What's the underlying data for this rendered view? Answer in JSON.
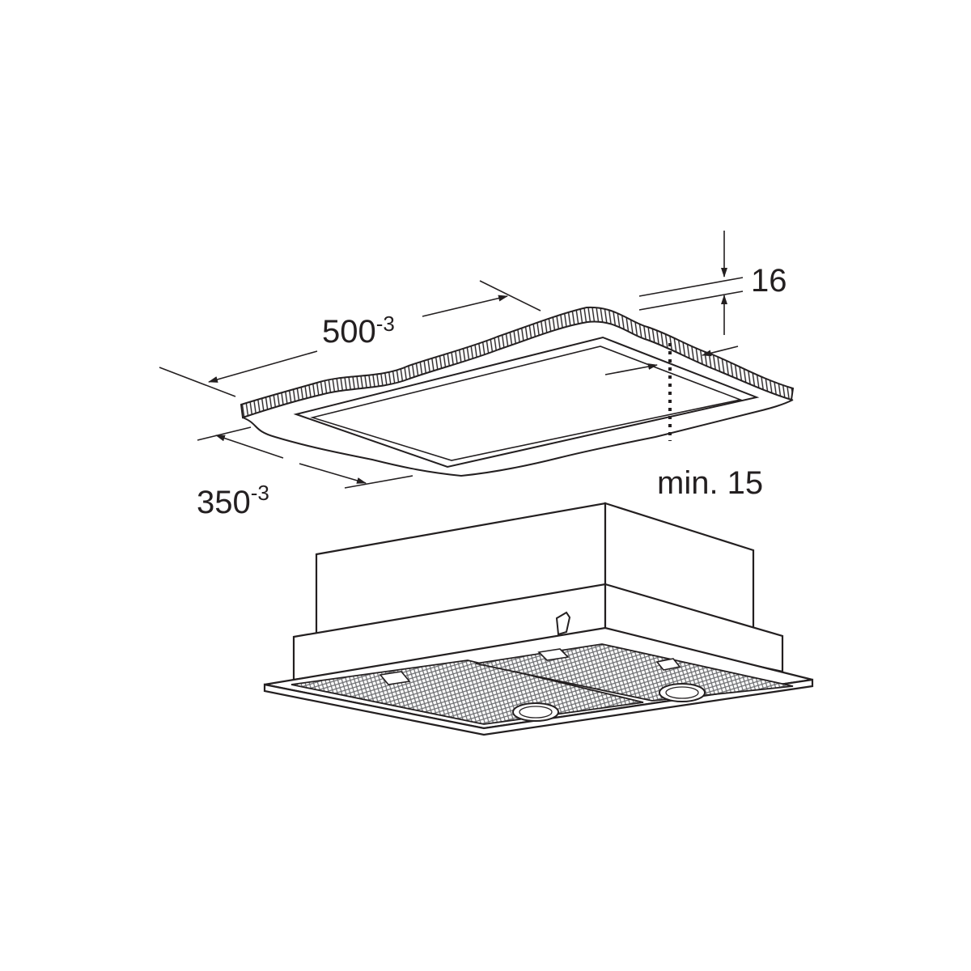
{
  "labels": {
    "width_value": "500",
    "width_tolerance": "-3",
    "depth_value": "350",
    "depth_tolerance": "-3",
    "thickness_value": "16",
    "min_clearance": "min. 15"
  },
  "colors": {
    "ink": "#231f20",
    "filter_mesh": "#6d6e71",
    "background": "#ffffff"
  }
}
